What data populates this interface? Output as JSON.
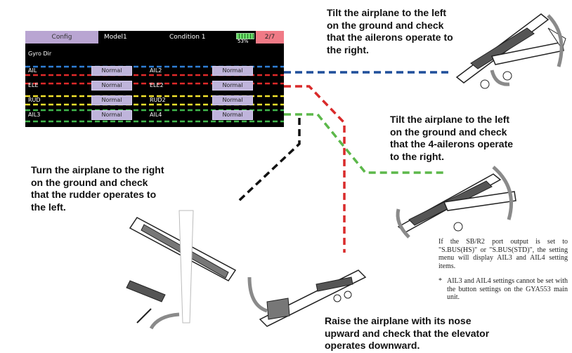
{
  "screen": {
    "tab_config": "Config",
    "model": "Model1",
    "condition": "Condition 1",
    "battery_percent": "53%",
    "page": "2/7",
    "section_title": "Gyro Dir",
    "rows": [
      {
        "left_label": "AIL",
        "left_value": "Normal",
        "right_label": "AIL2",
        "right_value": "Normal",
        "color": "#2f7fd6"
      },
      {
        "left_label": "ELE",
        "left_value": "Normal",
        "right_label": "ELE2",
        "right_value": "Normal",
        "color": "#e02a2a"
      },
      {
        "left_label": "RUD",
        "left_value": "Normal",
        "right_label": "RUD2",
        "right_value": "Normal",
        "color": "#f1e22c"
      },
      {
        "left_label": "AIL3",
        "left_value": "Normal",
        "right_label": "AIL4",
        "right_value": "Normal",
        "color": "#3fb54a"
      }
    ]
  },
  "callouts": {
    "aileron": "Tilt the airplane to the left\non the ground and check\nthat the ailerons operate to\nthe right.",
    "ailerons4": "Tilt the airplane to the left\non the ground and check\nthat the 4-ailerons operate\nto the right.",
    "rudder": "Turn the airplane to the right\non the ground and check\nthat the rudder operates to\nthe left.",
    "elevator": "Raise the airplane with its nose\nupward and check that the elevator\noperates downward."
  },
  "notes": {
    "sbus": "If the SB/R2 port output is set to \"S.BUS(HS)\" or \"S.BUS(STD)\", the setting menu will display AIL3 and AIL4 setting items.",
    "ail34_mark": "*",
    "ail34": "AIL3 and AIL4 settings cannot be set with the button settings on the GYA553 main unit."
  },
  "colors": {
    "ail_blue": "#1f4f9a",
    "ele_red": "#d92a2a",
    "rud_black": "#111111",
    "ail34_green": "#5cb84a",
    "arrow_gray": "#8a8a8a"
  },
  "icons": [
    "airplane-tilt-left-illustration",
    "airplane-4aileron-illustration",
    "airplane-turn-right-illustration",
    "airplane-nose-up-illustration",
    "rotation-arrow-icon"
  ]
}
